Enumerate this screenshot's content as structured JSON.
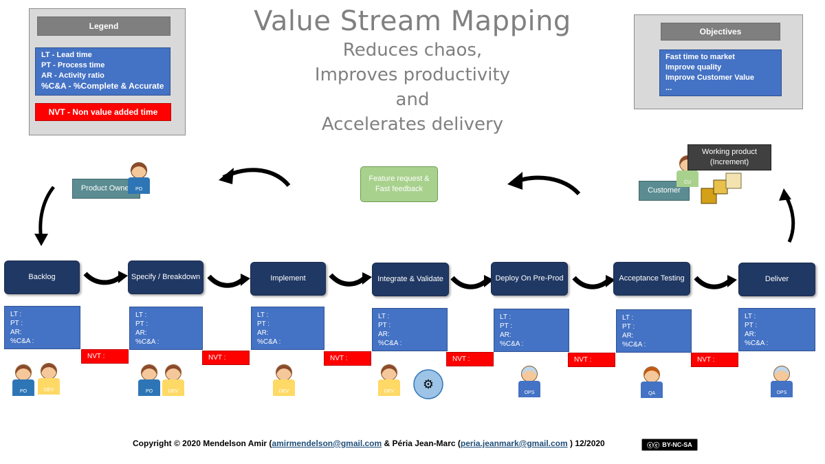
{
  "title": "Value Stream Mapping",
  "subtitle_lines": [
    "Reduces chaos,",
    "Improves productivity",
    "and",
    "Accelerates delivery"
  ],
  "legend": {
    "header": "Legend",
    "items": [
      "LT - Lead time",
      "PT - Process time",
      "AR - Activity  ratio",
      "%C&A - %Complete & Accurate"
    ],
    "nvt": "NVT - Non value added time"
  },
  "objectives": {
    "header": "Objectives",
    "items": [
      "Fast time to market",
      "Improve quality",
      "Improve Customer Value",
      "..."
    ]
  },
  "roles": {
    "product_owner": "Product Owner",
    "customer": "Customer",
    "feature_request": "Feature request & Fast feedback",
    "working_product": "Working product (Increment)"
  },
  "steps": [
    {
      "label": "Backlog"
    },
    {
      "label": "Specify / Breakdown"
    },
    {
      "label": "Implement"
    },
    {
      "label": "Integrate & Validate"
    },
    {
      "label": "Deploy On Pre-Prod"
    },
    {
      "label": "Acceptance Testing"
    },
    {
      "label": "Deliver"
    }
  ],
  "metric_labels": {
    "lt": "LT :",
    "pt": "PT :",
    "ar": "AR:",
    "ca": "%C&A :"
  },
  "nvt_label": "NVT :",
  "avatar_labels": {
    "po": "PO",
    "dev": "DEV",
    "ops": "OPS",
    "qa": "QA",
    "cu": "CU"
  },
  "colors": {
    "step": "#203864",
    "metrics": "#4472c4",
    "nvt": "#ff0000",
    "po": "#2e75b6",
    "dev": "#ffd966",
    "ops": "#4472c4",
    "qa": "#4472c4",
    "cu": "#a9d18e"
  },
  "footer": {
    "prefix": "Copyright ©  2020  Mendelson Amir (",
    "email1": "amirmendelson@gmail.com",
    "middle": " &  Péria Jean-Marc (",
    "email2": "peria.jeanmark@gmail.com",
    "suffix": " ) 12/2020",
    "license": "BY-NC-SA"
  }
}
